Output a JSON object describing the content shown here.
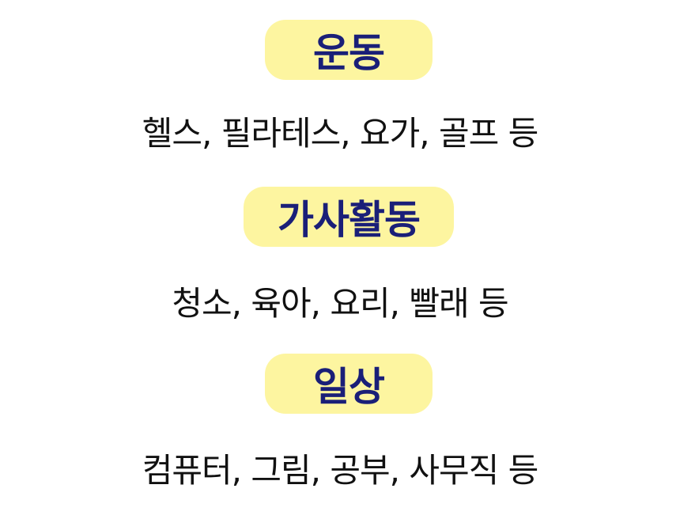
{
  "sections": [
    {
      "title": "운동",
      "examples": "헬스, 필라테스, 요가, 골프 등"
    },
    {
      "title": "가사활동",
      "examples": "청소, 육아, 요리, 빨래 등"
    },
    {
      "title": "일상",
      "examples": "컴퓨터, 그림, 공부, 사무직 등"
    }
  ],
  "colors": {
    "badge_bg": "#fdf5a0",
    "badge_text": "#1a1f78",
    "body_text": "#111111"
  }
}
